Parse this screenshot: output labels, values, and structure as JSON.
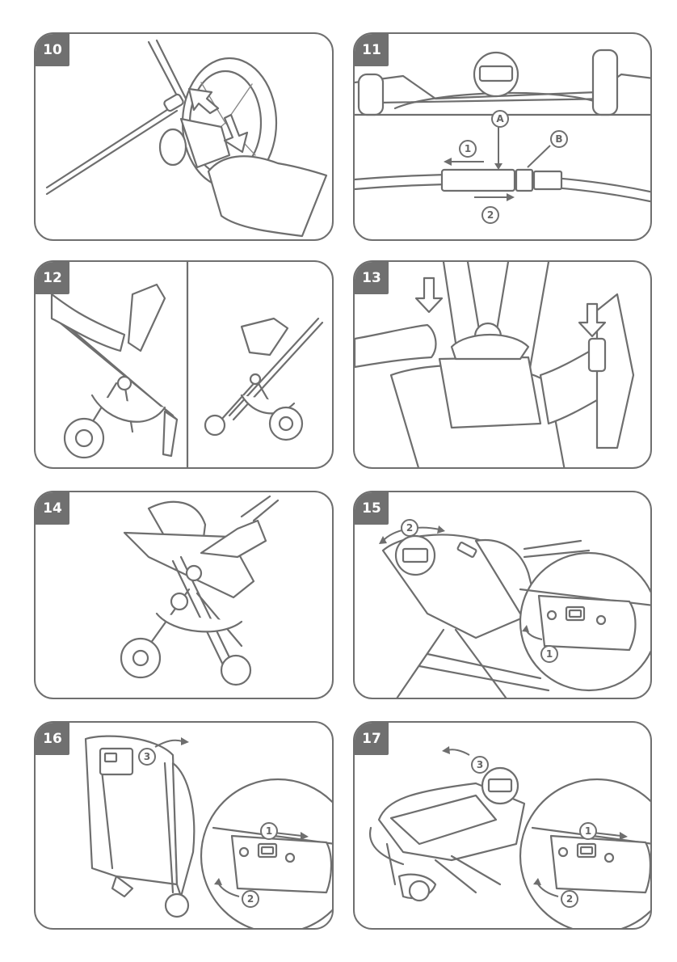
{
  "panels": [
    {
      "step": "10"
    },
    {
      "step": "11",
      "callouts": {
        "a": "A",
        "b": "B",
        "one": "1",
        "two": "2"
      }
    },
    {
      "step": "12"
    },
    {
      "step": "13"
    },
    {
      "step": "14"
    },
    {
      "step": "15",
      "callouts": {
        "two": "2",
        "one": "1"
      }
    },
    {
      "step": "16",
      "callouts": {
        "three": "3",
        "one": "1",
        "two": "2"
      }
    },
    {
      "step": "17",
      "callouts": {
        "three": "3",
        "one": "1",
        "two": "2"
      }
    }
  ],
  "colors": {
    "line": "#6e6e6e",
    "badge": "#707070",
    "border": "#6f6f6f"
  }
}
